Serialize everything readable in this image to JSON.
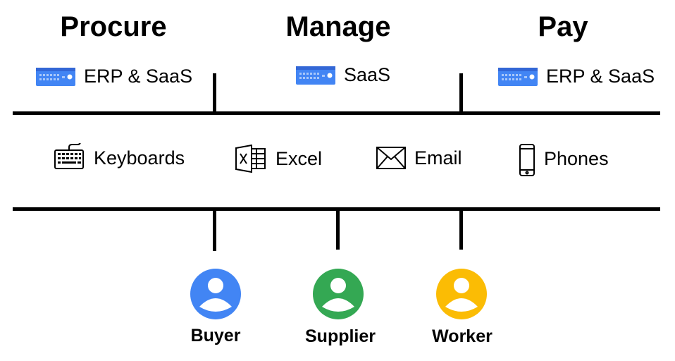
{
  "stages": [
    {
      "title": "Procure",
      "system": "ERP & SaaS"
    },
    {
      "title": "Manage",
      "system": "SaaS"
    },
    {
      "title": "Pay",
      "system": "ERP & SaaS"
    }
  ],
  "tools": [
    {
      "label": "Keyboards",
      "icon": "keyboard-icon"
    },
    {
      "label": "Excel",
      "icon": "excel-icon"
    },
    {
      "label": "Email",
      "icon": "envelope-icon"
    },
    {
      "label": "Phones",
      "icon": "phone-icon"
    }
  ],
  "actors": [
    {
      "label": "Buyer",
      "color": "#4285F4",
      "icon": "user-avatar-icon"
    },
    {
      "label": "Supplier",
      "color": "#34A853",
      "icon": "user-avatar-icon"
    },
    {
      "label": "Worker",
      "color": "#FBBC04",
      "icon": "user-avatar-icon"
    }
  ],
  "colors": {
    "server": "#4285F4",
    "line": "#000000"
  }
}
